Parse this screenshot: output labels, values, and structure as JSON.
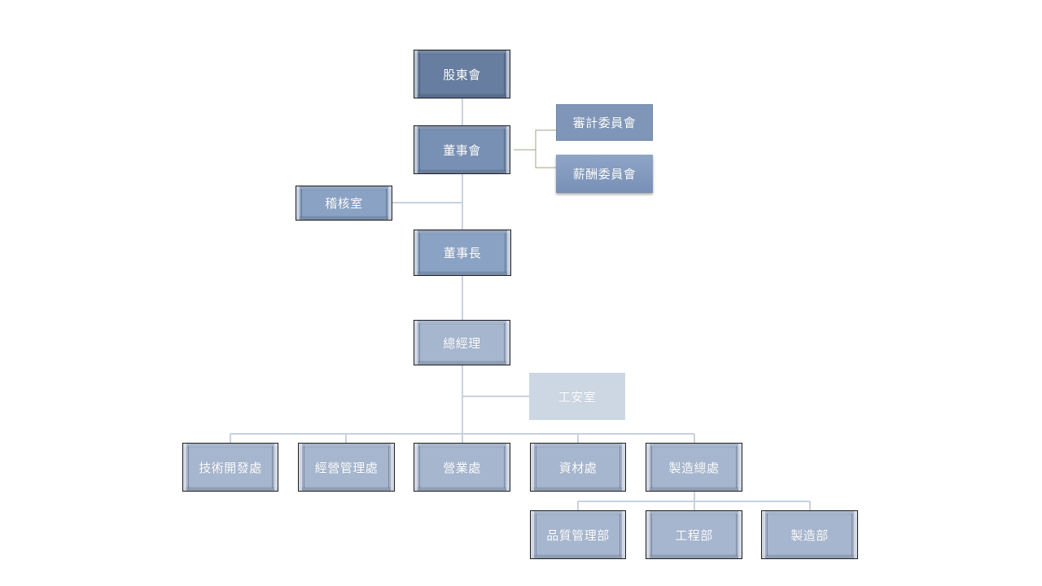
{
  "colors": {
    "connector": "#c7d2e0",
    "committee_connector": "#9aaa85",
    "node_dark": "#677ea1",
    "node_mid": "#7890b4",
    "node_light": "#a6b6cf",
    "node_pale": "#ccd7e3"
  },
  "nodes": {
    "shareholders": "股東會",
    "board": "董事會",
    "audit_committee": "審計委員會",
    "compensation_committee": "薪酬委員會",
    "internal_audit": "稽核室",
    "chairman": "董事長",
    "general_manager": "總經理",
    "safety_office": "工安室",
    "tech_dev": "技術開發處",
    "business_mgmt": "經營管理處",
    "sales": "營業處",
    "materials": "資材處",
    "manufacturing_hq": "製造總處",
    "quality_mgmt": "品質管理部",
    "engineering": "工程部",
    "manufacturing": "製造部"
  }
}
